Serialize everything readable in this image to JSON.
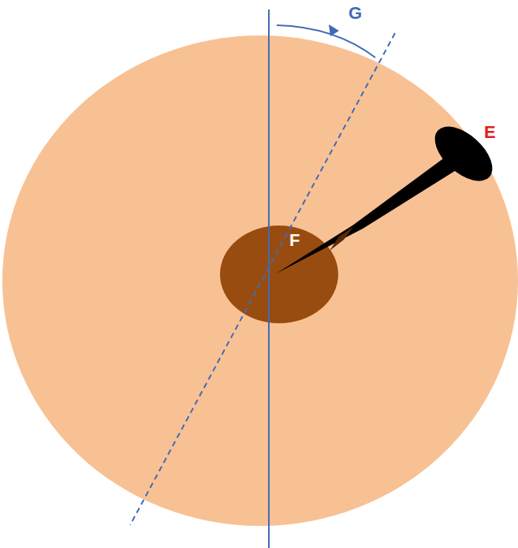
{
  "diagram": {
    "nodes": [
      {
        "text": [
          "F"
        ]
      }
    ],
    "labels": [
      "G",
      "E"
    ]
  }
}
